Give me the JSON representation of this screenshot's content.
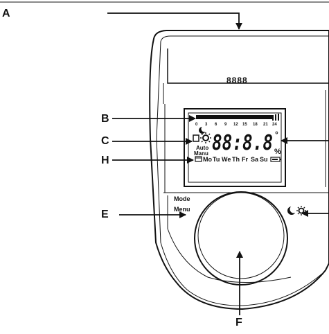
{
  "callouts": {
    "a": "A",
    "b": "B",
    "c": "C",
    "h": "H",
    "e": "E",
    "f": "F"
  },
  "device": {
    "top_digits": "8888",
    "timeline_ticks": [
      "0",
      "3",
      "6",
      "9",
      "12",
      "15",
      "18",
      "21",
      "24"
    ],
    "auto_label": "Auto",
    "manu_label": "Manu",
    "main_digits": "88:8.8",
    "degree_symbol": "°",
    "percent_symbol": "%",
    "weekdays": [
      "Mo",
      "Tu",
      "We",
      "Th",
      "Fr",
      "Sa",
      "Su"
    ],
    "mode_label": "Mode",
    "menu_label": "Menu"
  }
}
